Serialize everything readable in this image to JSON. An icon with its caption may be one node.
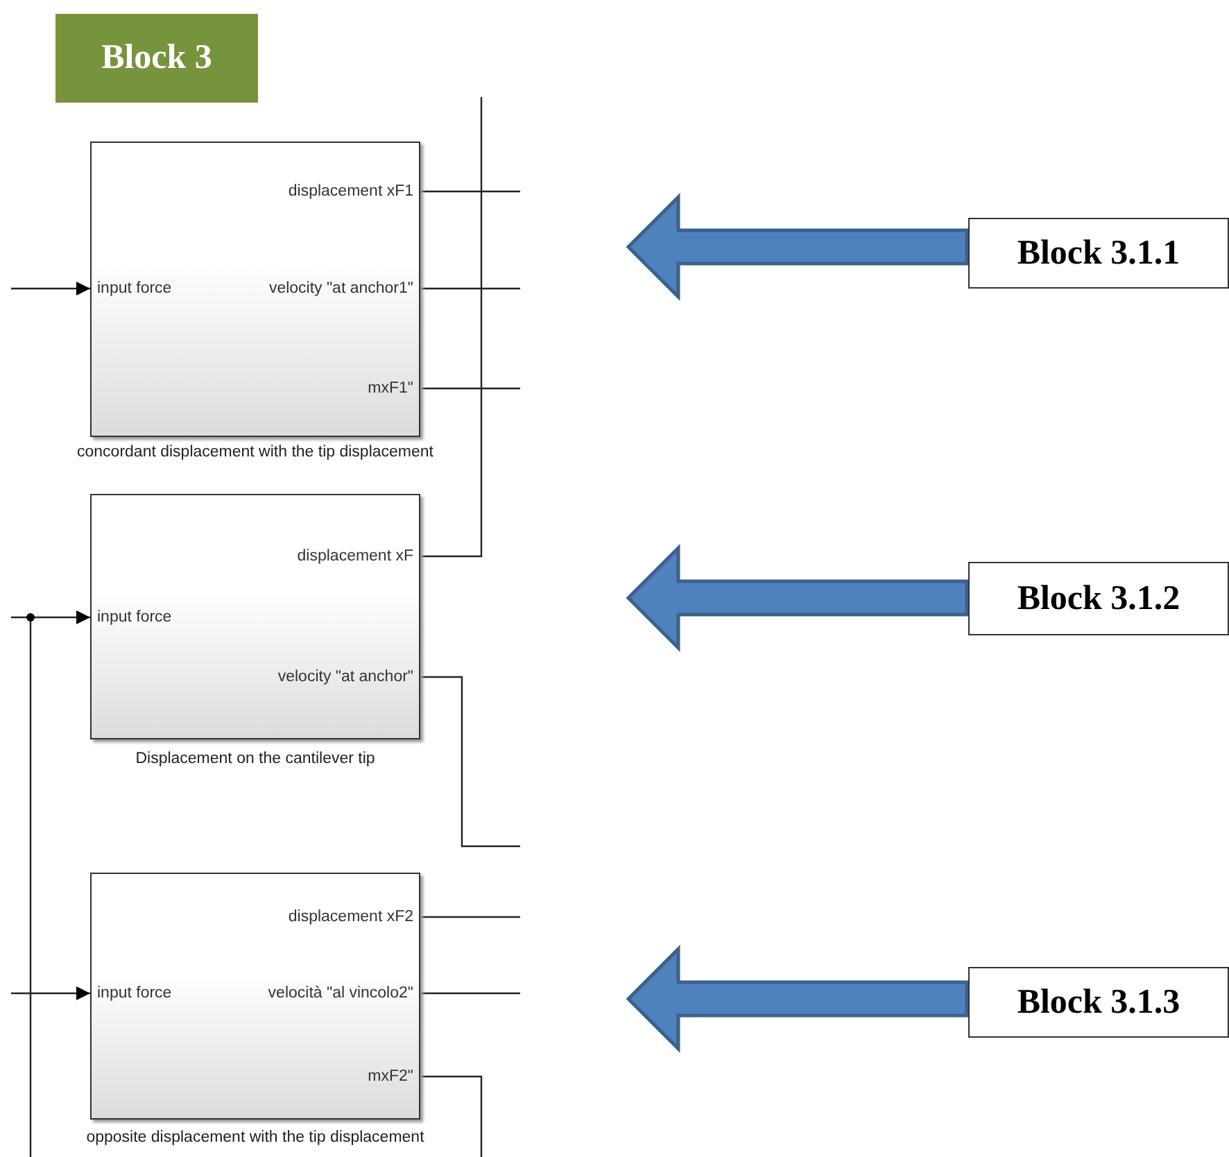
{
  "diagram": {
    "nodes": [
      {
        "text": [
          "Block 3"
        ]
      },
      {
        "text": [
          "input force",
          "displacement xF1",
          "velocity \"at anchor1\"",
          "mxF1\""
        ],
        "beside": [
          "concordant displacement with the tip displacement"
        ]
      },
      {
        "text": [
          "input force",
          "displacement xF",
          "velocity \"at anchor\""
        ],
        "beside": [
          "Displacement on the cantilever tip"
        ]
      },
      {
        "text": [
          "input force",
          "displacement xF2",
          "velocità \"al vincolo2\"",
          "mxF2\""
        ],
        "beside": [
          "opposite displacement with the tip displacement"
        ]
      },
      {
        "text": [
          "Block 3.1.1"
        ]
      },
      {
        "text": [
          "Block 3.1.2"
        ]
      },
      {
        "text": [
          "Block 3.1.3"
        ]
      }
    ],
    "edges": [
      {
        "from": null,
        "to": 1,
        "arrow": "to"
      },
      {
        "from": 1,
        "to": null,
        "arrow": "none"
      },
      {
        "from": 1,
        "to": null,
        "arrow": "none"
      },
      {
        "from": 1,
        "to": null,
        "arrow": "none"
      },
      {
        "from": null,
        "to": 2,
        "arrow": "to"
      },
      {
        "from": 2,
        "to": null,
        "arrow": "none"
      },
      {
        "from": 2,
        "to": null,
        "arrow": "none"
      },
      {
        "from": null,
        "to": 3,
        "arrow": "to"
      },
      {
        "from": 3,
        "to": null,
        "arrow": "none"
      },
      {
        "from": 3,
        "to": null,
        "arrow": "none"
      },
      {
        "from": 3,
        "to": null,
        "arrow": "none"
      },
      {
        "from": 4,
        "to": null,
        "arrow": "to",
        "style": "thick",
        "color": "#4f81bd"
      },
      {
        "from": 5,
        "to": null,
        "arrow": "to",
        "style": "thick",
        "color": "#4f81bd"
      },
      {
        "from": 6,
        "to": null,
        "arrow": "to",
        "style": "thick",
        "color": "#4f81bd"
      }
    ]
  }
}
